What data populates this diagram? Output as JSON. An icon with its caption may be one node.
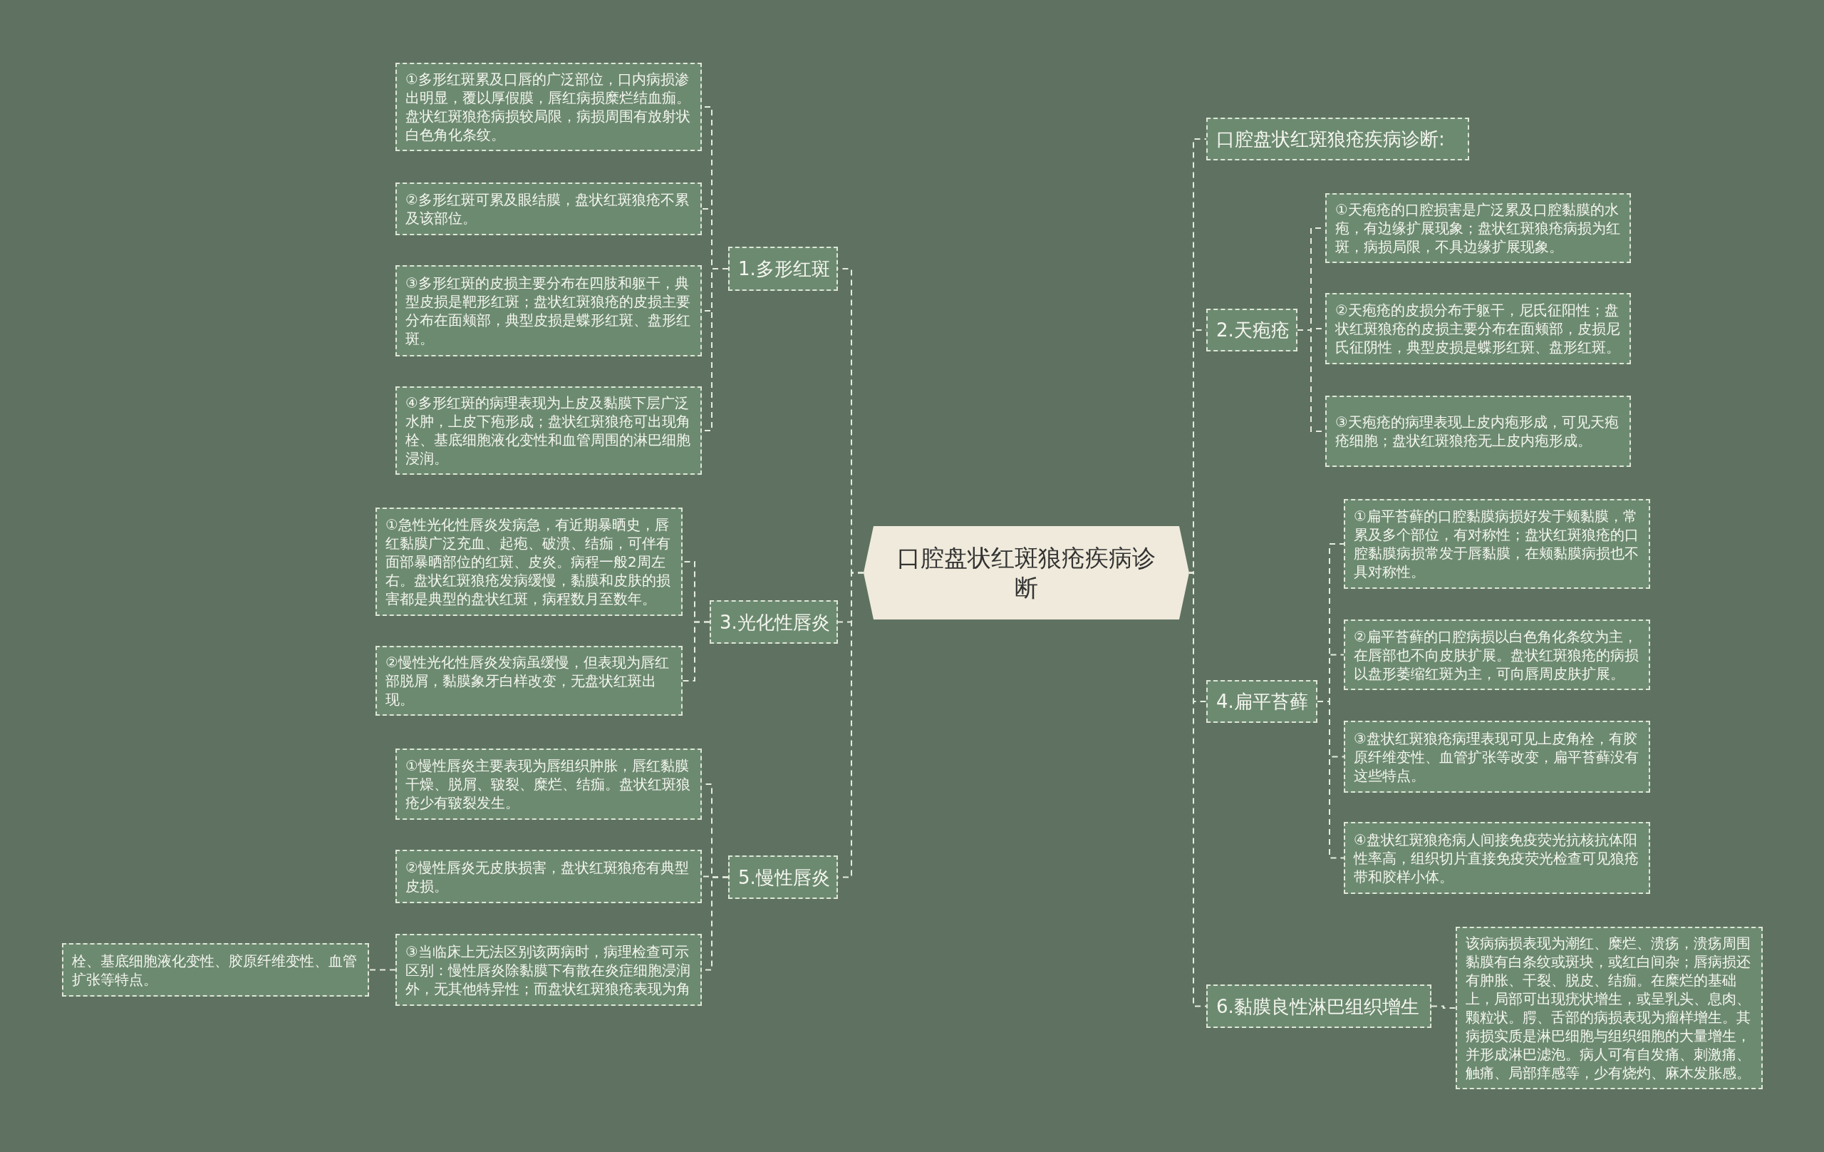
{
  "diagram": {
    "nodes": [
      {
        "text": [
          "口腔盘状红斑狼疮疾病诊断"
        ]
      },
      {
        "text": [
          "1.多形红斑"
        ]
      },
      {
        "text": [
          "①多形红斑累及口唇的广泛部位，口内病损渗出明显，覆以厚假膜，唇红病损糜烂结血痂。盘状红斑狼疮病损较局限，病损周围有放射状白色角化条纹。"
        ]
      },
      {
        "text": [
          "②多形红斑可累及眼结膜，盘状红斑狼疮不累及该部位。"
        ]
      },
      {
        "text": [
          "③多形红斑的皮损主要分布在四肢和躯干，典型皮损是靶形红斑；盘状红斑狼疮的皮损主要分布在面颊部，典型皮损是蝶形红斑、盘形红斑。"
        ]
      },
      {
        "text": [
          "④多形红斑的病理表现为上皮及黏膜下层广泛水肿，上皮下疱形成；盘状红斑狼疮可出现角栓、基底细胞液化变性和血管周围的淋巴细胞浸润。"
        ]
      },
      {
        "text": [
          "3.光化性唇炎"
        ]
      },
      {
        "text": [
          "①急性光化性唇炎发病急，有近期暴晒史，唇红黏膜广泛充血、起疱、破溃、结痂，可伴有面部暴晒部位的红斑、皮炎。病程一般2周左右。盘状红斑狼疮发病缓慢，黏膜和皮肤的损害都是典型的盘状红斑，病程数月至数年。"
        ]
      },
      {
        "text": [
          "②慢性光化性唇炎发病虽缓慢，但表现为唇红部脱屑，黏膜象牙白样改变，无盘状红斑出现。"
        ]
      },
      {
        "text": [
          "5.慢性唇炎"
        ]
      },
      {
        "text": [
          "①慢性唇炎主要表现为唇组织肿胀，唇红黏膜干燥、脱屑、皲裂、糜烂、结痂。盘状红斑狼疮少有皲裂发生。"
        ]
      },
      {
        "text": [
          "②慢性唇炎无皮肤损害，盘状红斑狼疮有典型皮损。"
        ]
      },
      {
        "text": [
          "③当临床上无法区别该两病时，病理检查可示区别：慢性唇炎除黏膜下有散在炎症细胞浸润外，无其他特异性；而盘状红斑狼疮表现为角"
        ]
      },
      {
        "text": [
          "栓、基底细胞液化变性、胶原纤维变性、血管扩张等特点。"
        ]
      },
      {
        "text": [
          "口腔盘状红斑狼疮疾病诊断:"
        ]
      },
      {
        "text": [
          "2.天疱疮"
        ]
      },
      {
        "text": [
          "①天疱疮的口腔损害是广泛累及口腔黏膜的水疱，有边缘扩展现象；盘状红斑狼疮病损为红斑，病损局限，不具边缘扩展现象。"
        ]
      },
      {
        "text": [
          "②天疱疮的皮损分布于躯干，尼氏征阳性；盘状红斑狼疮的皮损主要分布在面颊部，皮损尼氏征阴性，典型皮损是蝶形红斑、盘形红斑。"
        ]
      },
      {
        "text": [
          "③天疱疮的病理表现上皮内疱形成，可见天疱疮细胞；盘状红斑狼疮无上皮内疱形成。"
        ]
      },
      {
        "text": [
          "4.扁平苔藓"
        ]
      },
      {
        "text": [
          "①扁平苔藓的口腔黏膜病损好发于颊黏膜，常累及多个部位，有对称性；盘状红斑狼疮的口腔黏膜病损常发于唇黏膜，在颊黏膜病损也不具对称性。"
        ]
      },
      {
        "text": [
          "②扁平苔藓的口腔病损以白色角化条纹为主，在唇部也不向皮肤扩展。盘状红斑狼疮的病损以盘形萎缩红斑为主，可向唇周皮肤扩展。"
        ]
      },
      {
        "text": [
          "③盘状红斑狼疮病理表现可见上皮角栓，有胶原纤维变性、血管扩张等改变，扁平苔藓没有这些特点。"
        ]
      },
      {
        "text": [
          "④盘状红斑狼疮病人间接免疫荧光抗核抗体阳性率高，组织切片直接免疫荧光检查可见狼疮带和胶样小体。"
        ]
      },
      {
        "text": [
          "6.黏膜良性淋巴组织增生"
        ]
      },
      {
        "text": [
          "该病病损表现为潮红、糜烂、溃疡，溃疡周围黏膜有白条纹或斑块，或红白间杂；唇病损还有肿胀、干裂、脱皮、结痂。在糜烂的基础上，局部可出现疣状增生，或呈乳头、息肉、颗粒状。腭、舌部的病损表现为瘤样增生。其病损实质是淋巴细胞与组织细胞的大量增生，并形成淋巴滤泡。病人可有自发痛、刺激痛、触痛、局部痒感等，少有烧灼、麻木发胀感。"
        ]
      }
    ],
    "edges": [
      {
        "from": 0,
        "to": 1,
        "arrow": "none"
      },
      {
        "from": 1,
        "to": 2,
        "arrow": "none"
      },
      {
        "from": 1,
        "to": 3,
        "arrow": "none"
      },
      {
        "from": 1,
        "to": 4,
        "arrow": "none"
      },
      {
        "from": 1,
        "to": 5,
        "arrow": "none"
      },
      {
        "from": 0,
        "to": 6,
        "arrow": "none"
      },
      {
        "from": 6,
        "to": 7,
        "arrow": "none"
      },
      {
        "from": 6,
        "to": 8,
        "arrow": "none"
      },
      {
        "from": 0,
        "to": 9,
        "arrow": "none"
      },
      {
        "from": 9,
        "to": 10,
        "arrow": "none"
      },
      {
        "from": 9,
        "to": 11,
        "arrow": "none"
      },
      {
        "from": 9,
        "to": 12,
        "arrow": "none"
      },
      {
        "from": 12,
        "to": 13,
        "arrow": "none"
      },
      {
        "from": 0,
        "to": 14,
        "arrow": "none"
      },
      {
        "from": 0,
        "to": 15,
        "arrow": "none"
      },
      {
        "from": 15,
        "to": 16,
        "arrow": "none"
      },
      {
        "from": 15,
        "to": 17,
        "arrow": "none"
      },
      {
        "from": 15,
        "to": 18,
        "arrow": "none"
      },
      {
        "from": 0,
        "to": 19,
        "arrow": "none"
      },
      {
        "from": 19,
        "to": 20,
        "arrow": "none"
      },
      {
        "from": 19,
        "to": 21,
        "arrow": "none"
      },
      {
        "from": 19,
        "to": 22,
        "arrow": "none"
      },
      {
        "from": 19,
        "to": 23,
        "arrow": "none"
      },
      {
        "from": 0,
        "to": 24,
        "arrow": "none"
      },
      {
        "from": 24,
        "to": 25,
        "arrow": "none"
      }
    ]
  }
}
